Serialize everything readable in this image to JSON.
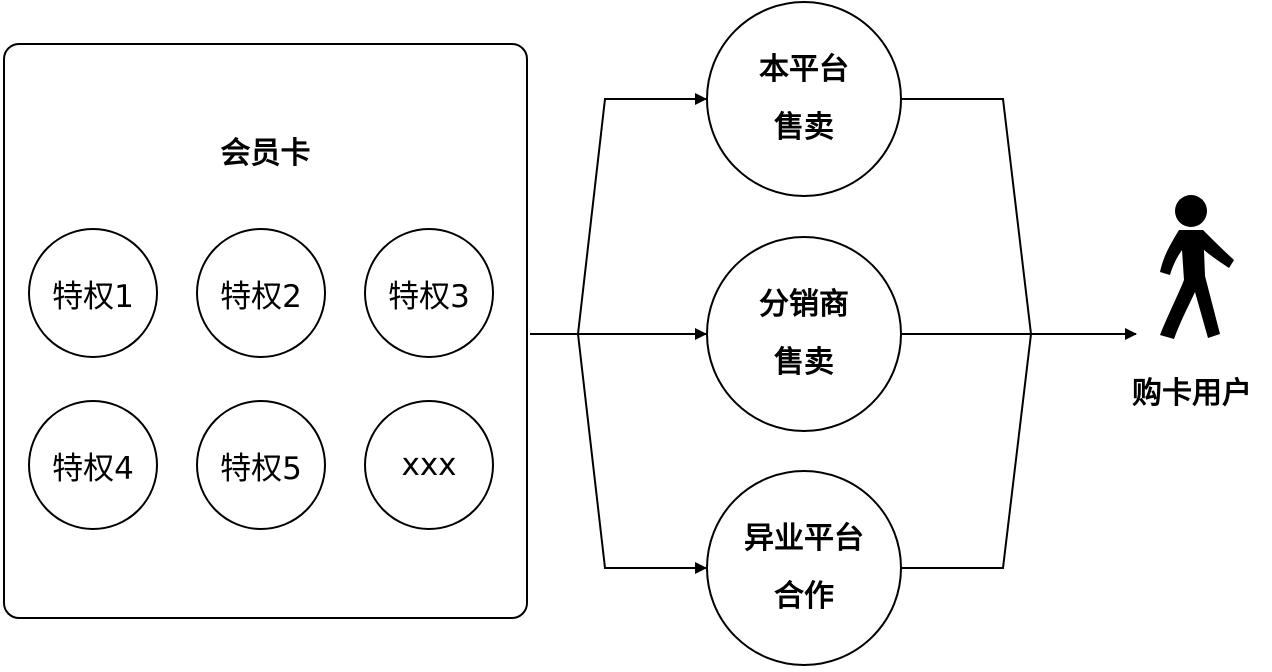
{
  "member_card": {
    "title": "会员卡",
    "privileges": [
      "特权1",
      "特权2",
      "特权3",
      "特权4",
      "特权5",
      "xxx"
    ]
  },
  "channels": [
    {
      "line1": "本平台",
      "line2": "售卖"
    },
    {
      "line1": "分销商",
      "line2": "售卖"
    },
    {
      "line1": "异业平台",
      "line2": "合作"
    }
  ],
  "buyer": {
    "label": "购卡用户",
    "icon": "walking-person-icon"
  }
}
